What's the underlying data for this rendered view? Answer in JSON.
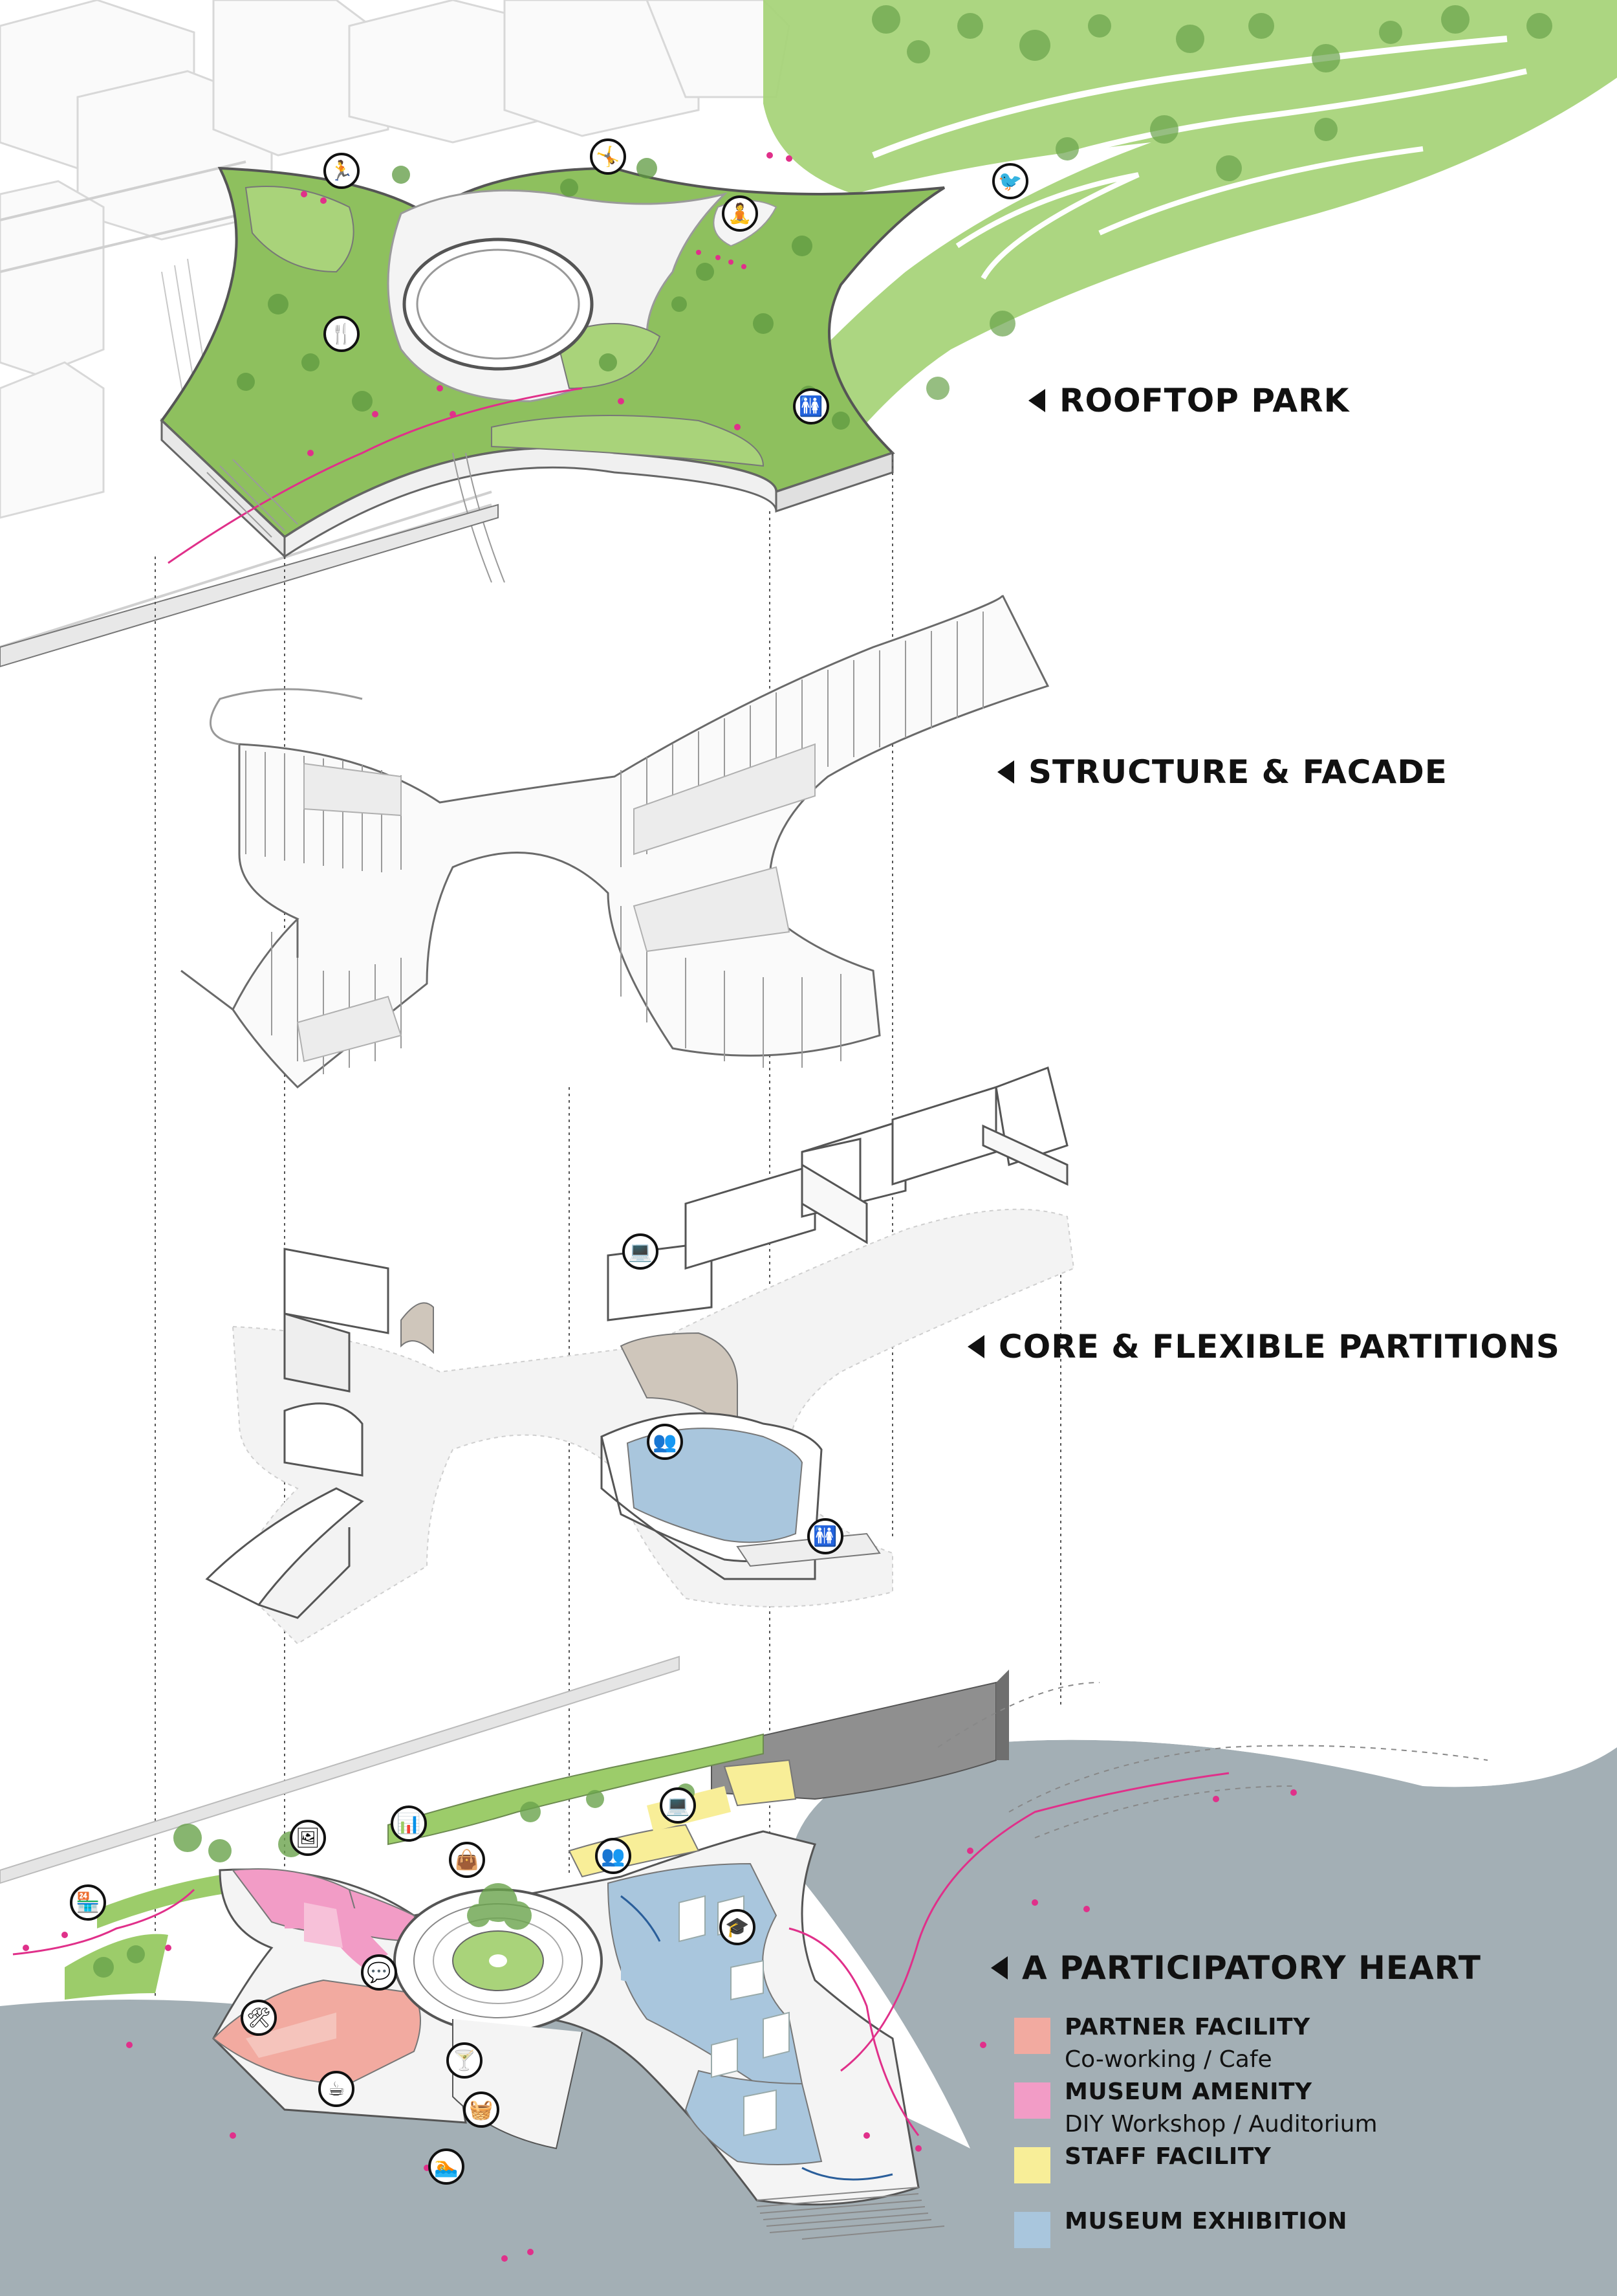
{
  "layers": [
    {
      "id": "rooftop",
      "label": "ROOFTOP PARK"
    },
    {
      "id": "structure",
      "label": "STRUCTURE & FACADE"
    },
    {
      "id": "core",
      "label": "CORE & FLEXIBLE PARTITIONS"
    },
    {
      "id": "ground",
      "label": "A PARTICIPATORY HEART"
    }
  ],
  "legend": [
    {
      "title": "PARTNER FACILITY",
      "subtitle": "Co-working / Cafe",
      "color": "#f2aaa0"
    },
    {
      "title": "MUSEUM AMENITY",
      "subtitle": "DIY Workshop / Auditorium",
      "color": "#f29cc6"
    },
    {
      "title": "STAFF FACILITY",
      "subtitle": "",
      "color": "#f8ee98"
    },
    {
      "title": "MUSEUM EXHIBITION",
      "subtitle": "",
      "color": "#a9c6dd"
    }
  ],
  "colors": {
    "water": "#a3afb5",
    "park_green": "#9ccc6a",
    "park_dark": "#6aa34c",
    "partner": "#f2aaa0",
    "amenity": "#f29cc6",
    "staff": "#f8ee98",
    "exhibition": "#a9c6dd",
    "accent_magenta": "#e0308a",
    "line_gray": "#8a8a8a"
  },
  "icons": {
    "rooftop": [
      "runner-icon",
      "exercise-icon",
      "yoga-icon",
      "bird-icon",
      "food-icon",
      "restroom-icon"
    ],
    "core": [
      "desk-icon",
      "meeting-icon",
      "restroom-icon"
    ],
    "ground": [
      "kiosk-icon",
      "gallery-icon",
      "presentation-icon",
      "shopping-bag-icon",
      "chat-icon",
      "desk-icon",
      "meeting-icon",
      "cocktail-icon",
      "workshop-icon",
      "cafe-icon",
      "lecture-icon",
      "picnic-icon",
      "swimmer-icon"
    ]
  }
}
